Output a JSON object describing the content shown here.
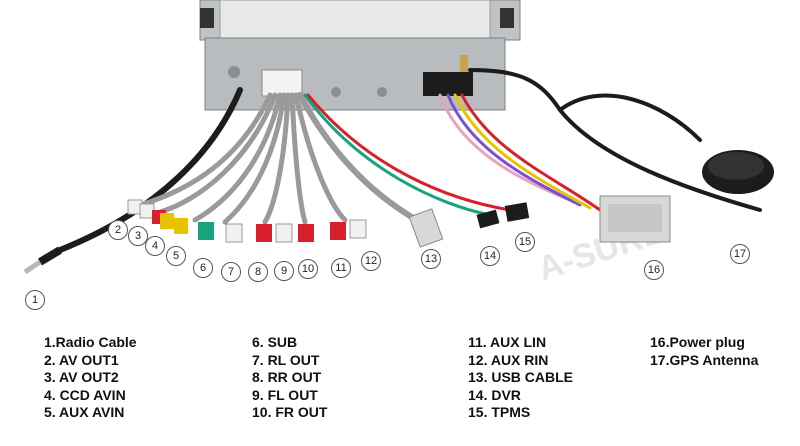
{
  "callouts": [
    "1",
    "2",
    "3",
    "4",
    "5",
    "6",
    "7",
    "8",
    "9",
    "10",
    "11",
    "12",
    "13",
    "14",
    "15",
    "16",
    "17"
  ],
  "legend": {
    "col1": [
      "1.Radio Cable",
      "2. AV OUT1",
      "3. AV OUT2",
      "4. CCD AVIN",
      "5. AUX AVIN"
    ],
    "col2": [
      "6. SUB",
      "7. RL OUT",
      "8. RR OUT",
      "9.  FL OUT",
      "10. FR OUT"
    ],
    "col3": [
      "11. AUX LIN",
      "12. AUX RIN",
      "13. USB CABLE",
      "14. DVR",
      "15. TPMS"
    ],
    "col4": [
      "16.Power plug",
      "17.GPS Antenna"
    ]
  },
  "watermark": "A-SURE",
  "colors": {
    "yellow": "#e8c400",
    "green": "#1aa37a",
    "red": "#d8202c",
    "white": "#f1f1f1",
    "black": "#1c1c1c",
    "grey": "#9a9a9a",
    "gold": "#c9a24a"
  }
}
